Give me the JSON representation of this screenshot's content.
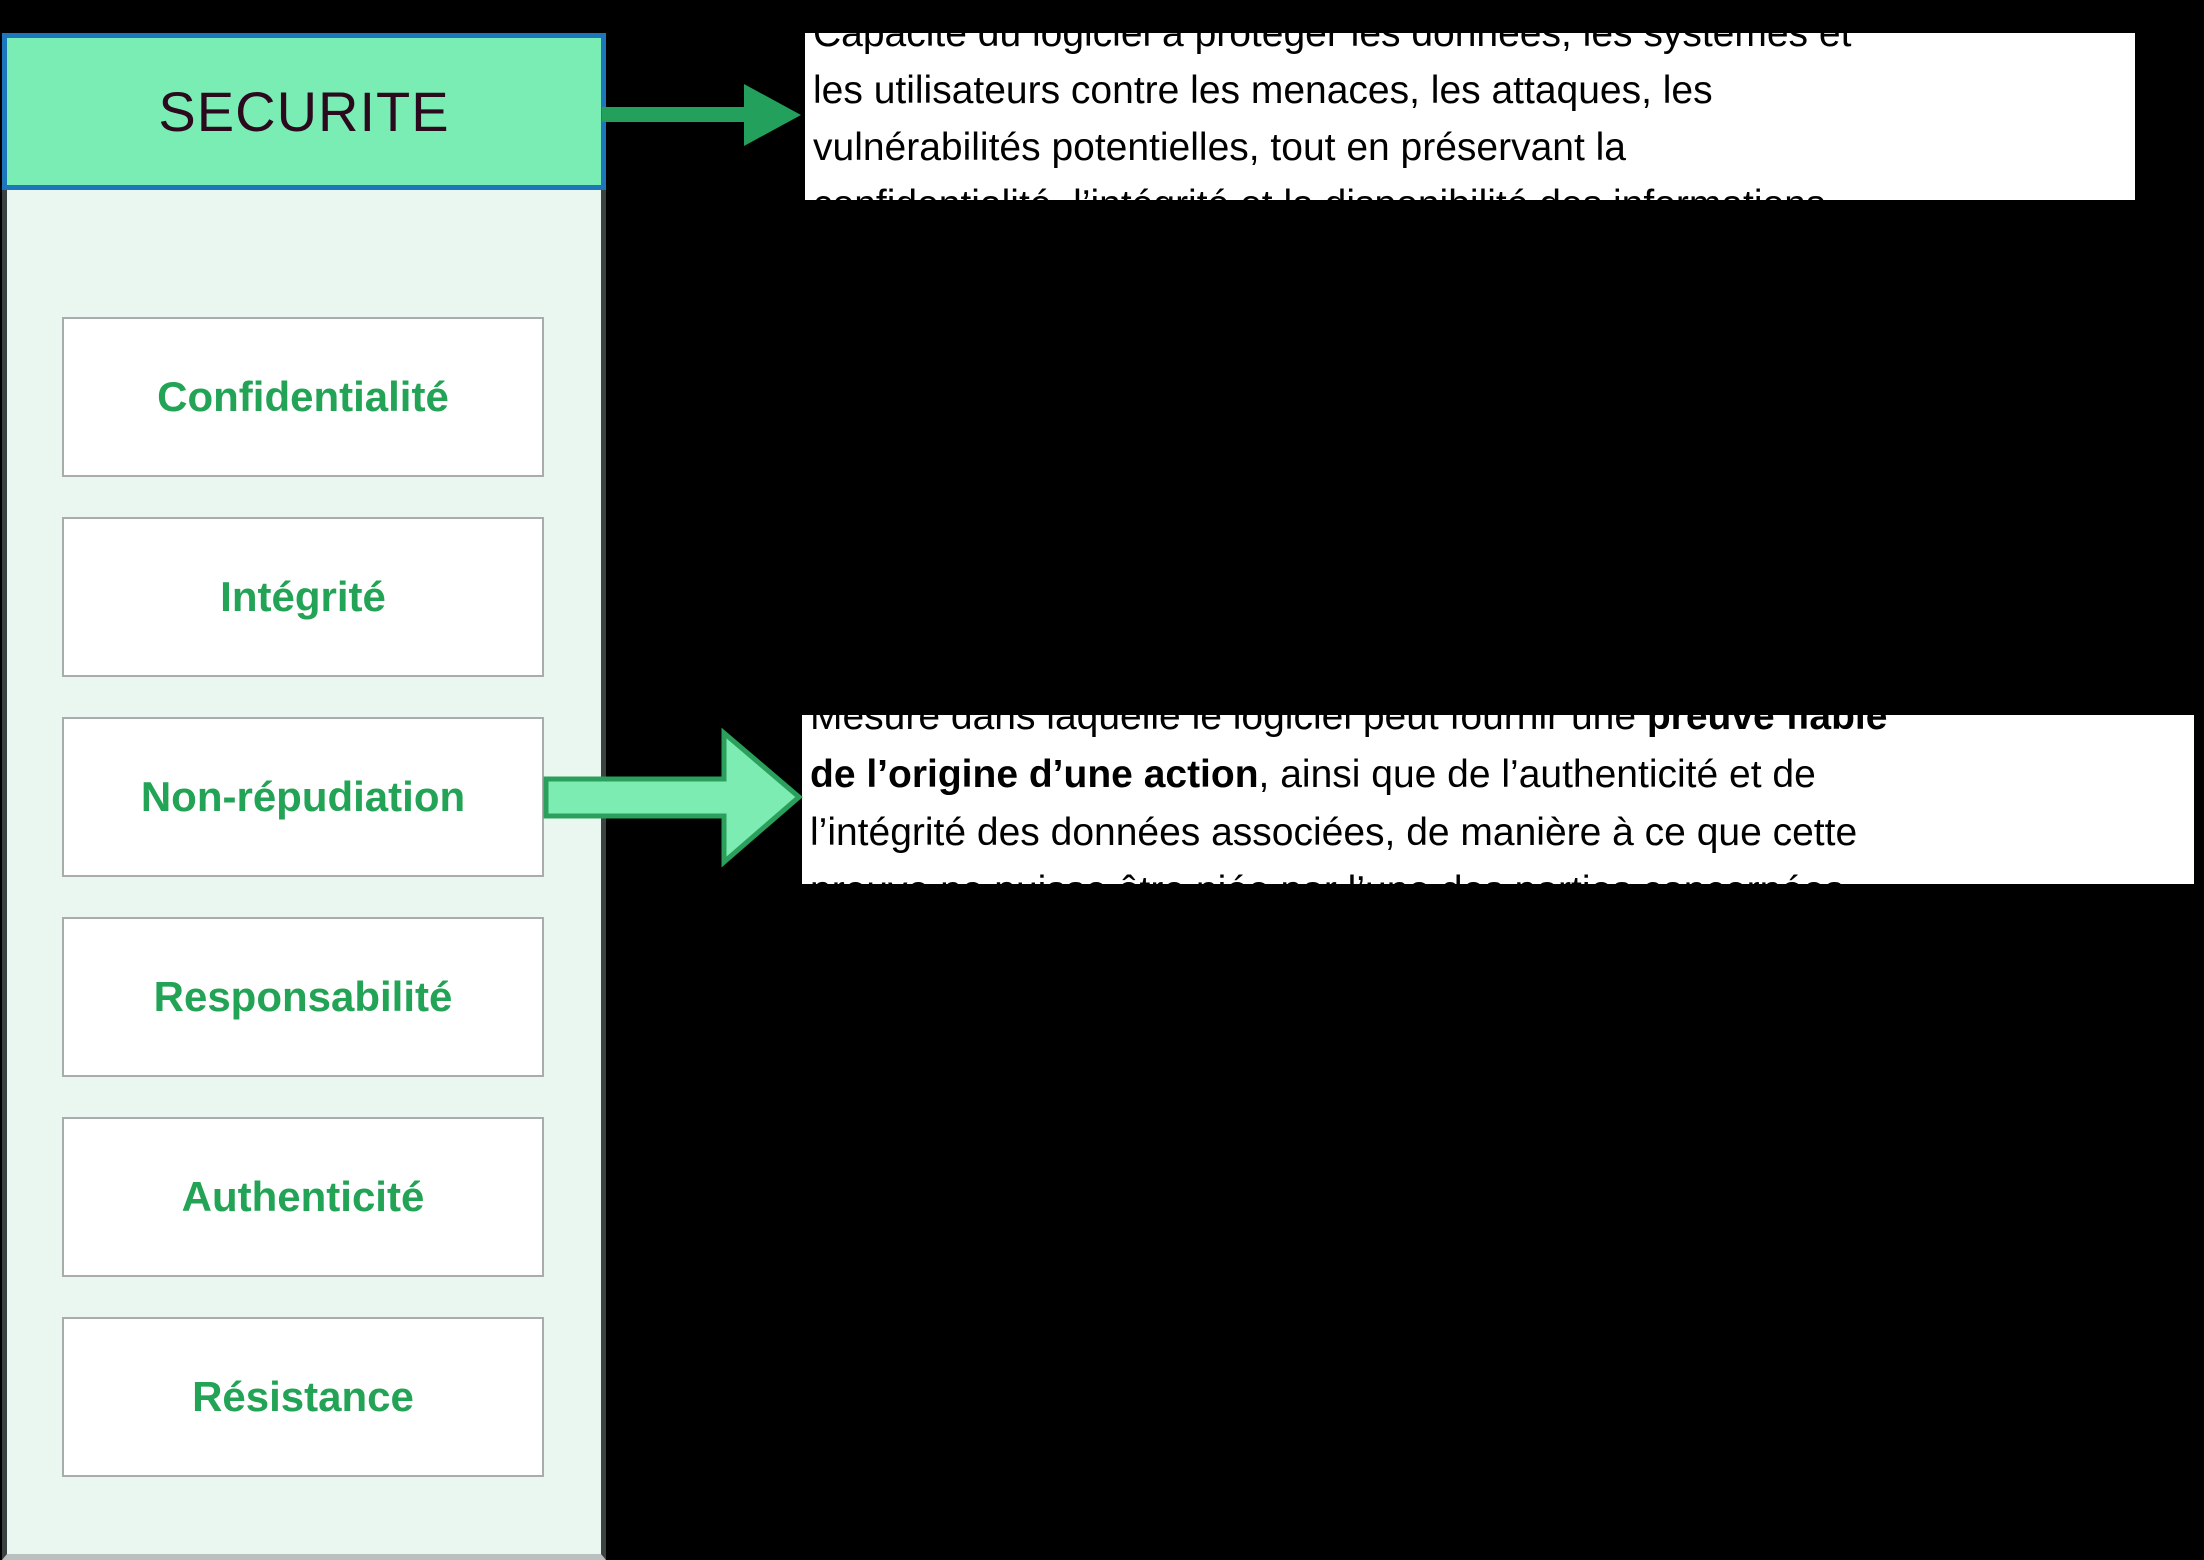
{
  "panel": {
    "header": {
      "label": "SECURITE"
    },
    "items": [
      {
        "label": "Confidentialité"
      },
      {
        "label": "Intégrité"
      },
      {
        "label": "Non-répudiation"
      },
      {
        "label": "Responsabilité"
      },
      {
        "label": "Authenticité"
      },
      {
        "label": "Résistance"
      }
    ]
  },
  "annotations": [
    {
      "name": "security-definition",
      "lines": [
        [
          {
            "text": "Capacité du logiciel à protéger les données, les systèmes et"
          }
        ],
        [
          {
            "text": "les utilisateurs contre les menaces, les attaques, les"
          }
        ],
        [
          {
            "text": "vulnérabilités potentielles, tout en préservant la"
          }
        ],
        [
          {
            "text": "confidentialité, l’intégrité et la disponibilité des informations"
          }
        ]
      ]
    },
    {
      "name": "non-repudiation-definition",
      "lines": [
        [
          {
            "text": "Mesure dans laquelle le logiciel peut fournir une "
          },
          {
            "text": "preuve fiable",
            "bold": true
          }
        ],
        [
          {
            "text": "de l’origine d’une action",
            "bold": true
          },
          {
            "text": ", ainsi que de l’authenticité et de"
          }
        ],
        [
          {
            "text": "l’intégrité des données associées, de manière à ce que cette"
          }
        ],
        [
          {
            "text": "preuve ne puisse être niée par l’une des parties concernées"
          }
        ]
      ]
    }
  ],
  "colors": {
    "background": "#000000",
    "panel_fill": "#eaf7f0",
    "panel_border": "#3a4242",
    "header_fill": "#79edb4",
    "header_border": "#1b76bc",
    "header_text": "#2b0a1e",
    "item_fill": "#ffffff",
    "item_border": "#a9acac",
    "item_text": "#22a355",
    "arrow_solid": "#22a05c",
    "arrow_light_fill": "#7cecb3",
    "arrow_light_border": "#2aa05c",
    "definition_bg": "#ffffff",
    "definition_text": "#000000"
  }
}
